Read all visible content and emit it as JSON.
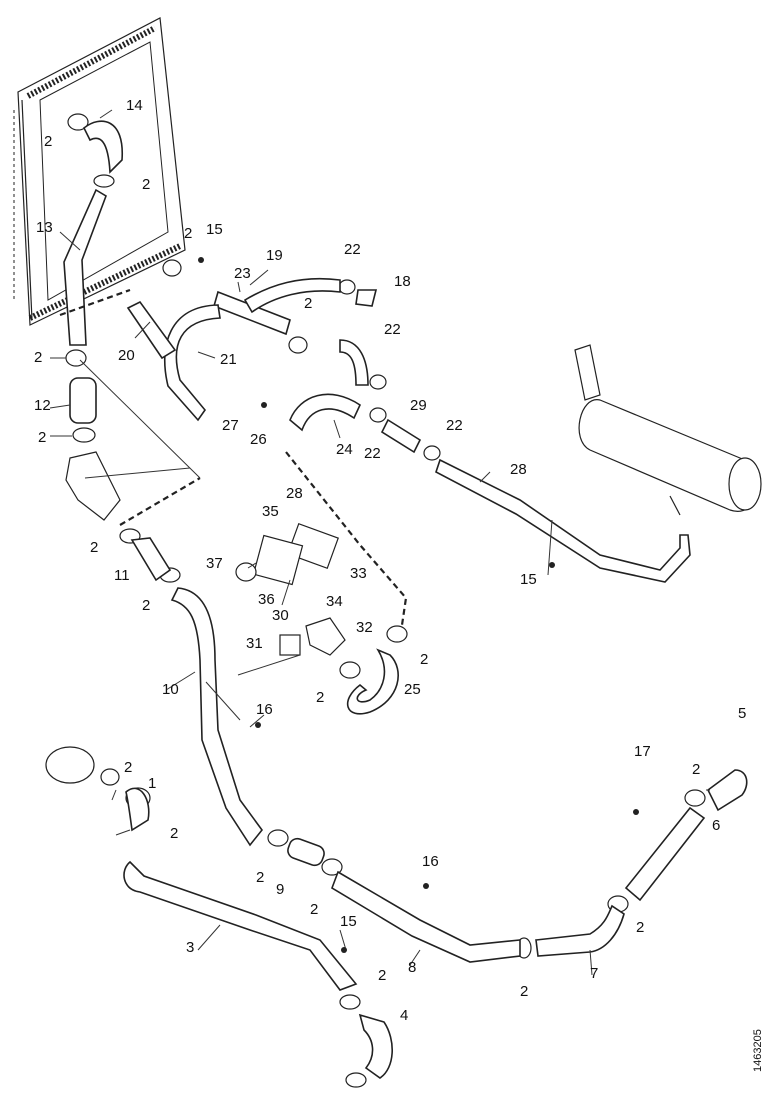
{
  "diagram": {
    "drawing_code": "1463205",
    "callouts": [
      {
        "id": "c2a",
        "text": "2"
      },
      {
        "id": "c14",
        "text": "14"
      },
      {
        "id": "c2b",
        "text": "2"
      },
      {
        "id": "c13",
        "text": "13"
      },
      {
        "id": "c2c",
        "text": "2"
      },
      {
        "id": "c15a",
        "text": "15"
      },
      {
        "id": "c19",
        "text": "19"
      },
      {
        "id": "c22a",
        "text": "22"
      },
      {
        "id": "c18",
        "text": "18"
      },
      {
        "id": "c23",
        "text": "23"
      },
      {
        "id": "c2d",
        "text": "2"
      },
      {
        "id": "c22b",
        "text": "22"
      },
      {
        "id": "c20",
        "text": "20"
      },
      {
        "id": "c21",
        "text": "21"
      },
      {
        "id": "c2e",
        "text": "2"
      },
      {
        "id": "c12",
        "text": "12"
      },
      {
        "id": "c2f",
        "text": "2"
      },
      {
        "id": "c27",
        "text": "27"
      },
      {
        "id": "c26",
        "text": "26"
      },
      {
        "id": "c24",
        "text": "24"
      },
      {
        "id": "c22c",
        "text": "22"
      },
      {
        "id": "c29",
        "text": "29"
      },
      {
        "id": "c22d",
        "text": "22"
      },
      {
        "id": "c28",
        "text": "28"
      },
      {
        "id": "c28b",
        "text": "28"
      },
      {
        "id": "c35",
        "text": "35"
      },
      {
        "id": "c2g",
        "text": "2"
      },
      {
        "id": "c37",
        "text": "37"
      },
      {
        "id": "c11",
        "text": "11"
      },
      {
        "id": "c36",
        "text": "36"
      },
      {
        "id": "c2h",
        "text": "2"
      },
      {
        "id": "c33",
        "text": "33"
      },
      {
        "id": "c34",
        "text": "34"
      },
      {
        "id": "c30",
        "text": "30"
      },
      {
        "id": "c32",
        "text": "32"
      },
      {
        "id": "c15b",
        "text": "15"
      },
      {
        "id": "c31",
        "text": "31"
      },
      {
        "id": "c2i",
        "text": "2"
      },
      {
        "id": "c2j",
        "text": "2"
      },
      {
        "id": "c25",
        "text": "25"
      },
      {
        "id": "c10",
        "text": "10"
      },
      {
        "id": "c16a",
        "text": "16"
      },
      {
        "id": "c5",
        "text": "5"
      },
      {
        "id": "c2k",
        "text": "2"
      },
      {
        "id": "c1",
        "text": "1"
      },
      {
        "id": "c17",
        "text": "17"
      },
      {
        "id": "c2l",
        "text": "2"
      },
      {
        "id": "c6",
        "text": "6"
      },
      {
        "id": "c16b",
        "text": "16"
      },
      {
        "id": "c2m",
        "text": "2"
      },
      {
        "id": "c9",
        "text": "9"
      },
      {
        "id": "c2n",
        "text": "2"
      },
      {
        "id": "c2o",
        "text": "2"
      },
      {
        "id": "c3",
        "text": "3"
      },
      {
        "id": "c15c",
        "text": "15"
      },
      {
        "id": "c8",
        "text": "8"
      },
      {
        "id": "c7",
        "text": "7"
      },
      {
        "id": "c2p",
        "text": "2"
      },
      {
        "id": "c2q",
        "text": "2"
      },
      {
        "id": "c4",
        "text": "4"
      },
      {
        "id": "c2r",
        "text": "2"
      }
    ]
  }
}
